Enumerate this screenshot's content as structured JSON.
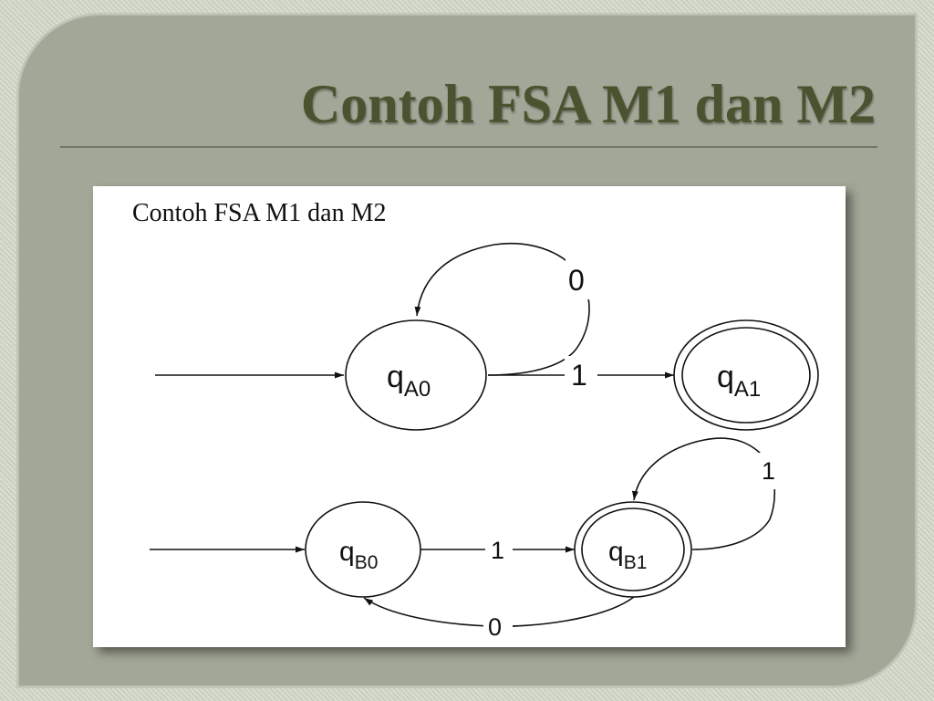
{
  "slide": {
    "title": "Contoh FSA M1 dan M2"
  },
  "figure": {
    "caption": "Contoh FSA M1 dan M2",
    "machine_m1": {
      "state_start": {
        "base": "q",
        "sub": "A0",
        "accepting": false
      },
      "state_final": {
        "base": "q",
        "sub": "A1",
        "accepting": true
      },
      "loop_label": "0",
      "transition_label": "1"
    },
    "machine_m2": {
      "state_start": {
        "base": "q",
        "sub": "B0",
        "accepting": false
      },
      "state_final": {
        "base": "q",
        "sub": "B1",
        "accepting": true
      },
      "loop_label": "1",
      "transition_label": "1",
      "back_label": "0"
    }
  }
}
